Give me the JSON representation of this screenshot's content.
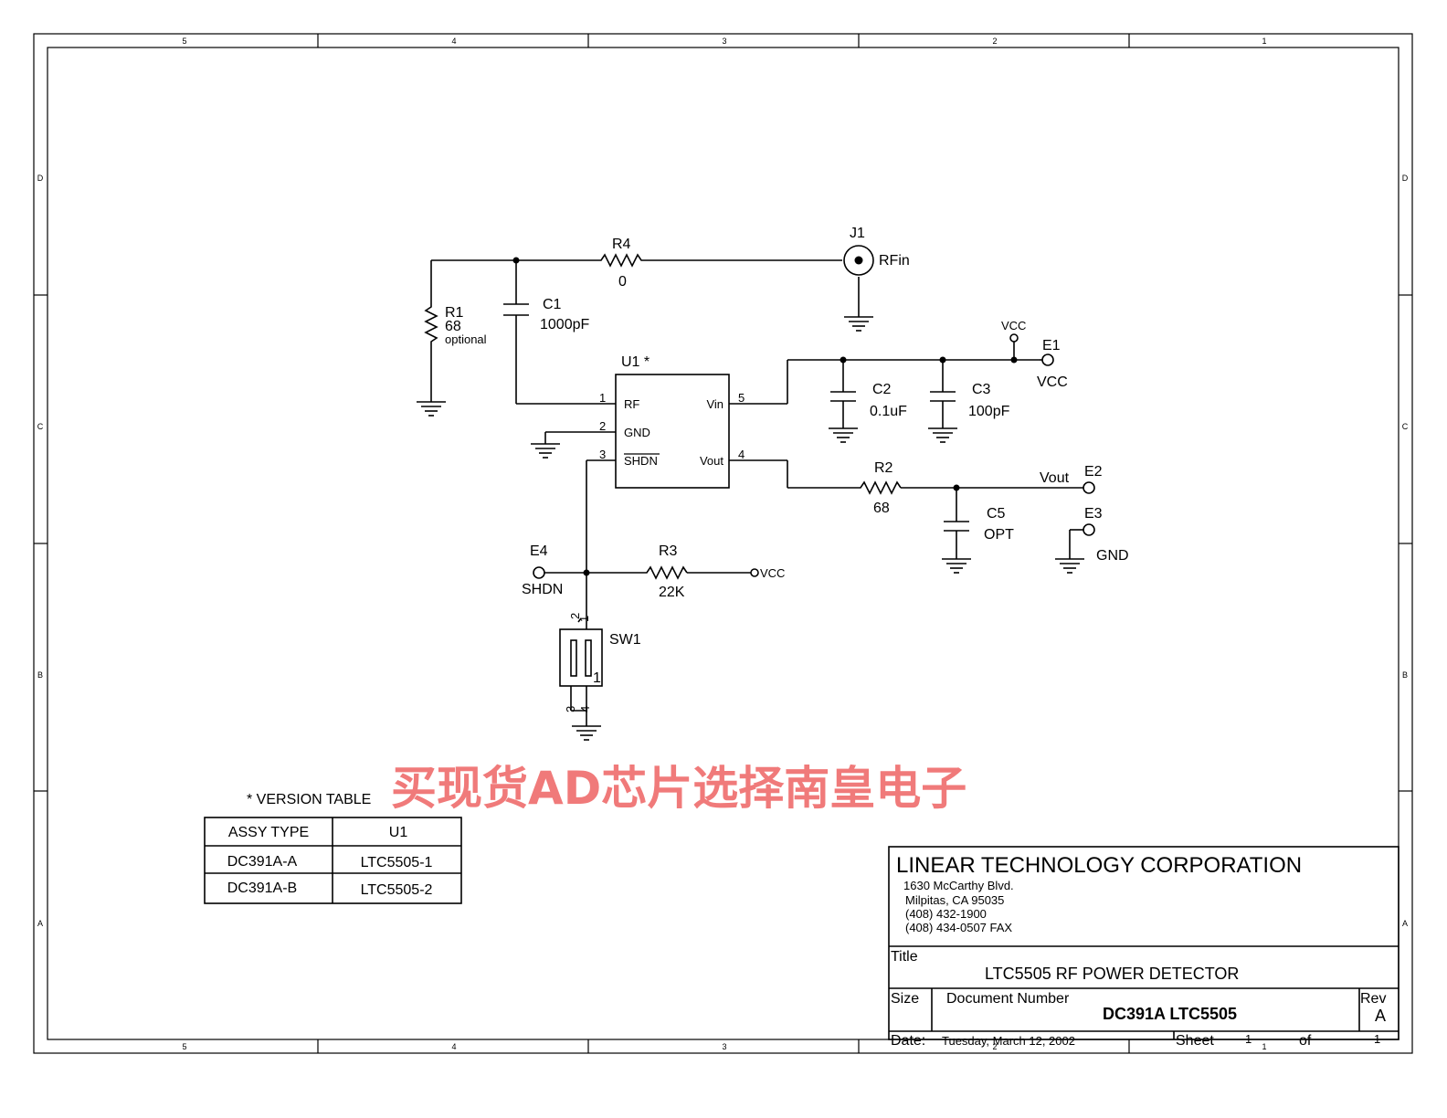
{
  "frame": {
    "col_labels": [
      "5",
      "4",
      "3",
      "2",
      "1"
    ],
    "row_labels": [
      "D",
      "C",
      "B",
      "A"
    ]
  },
  "components": {
    "R4": {
      "ref": "R4",
      "value": "0"
    },
    "J1": {
      "ref": "J1",
      "net": "RFin"
    },
    "R1": {
      "ref": "R1",
      "value": "68",
      "note": "optional"
    },
    "C1": {
      "ref": "C1",
      "value": "1000pF"
    },
    "U1": {
      "ref": "U1 *",
      "pins": {
        "rf": "RF",
        "gnd": "GND",
        "shdn": "SHDN",
        "vin": "Vin",
        "vout": "Vout"
      },
      "pin_numbers": [
        "1",
        "2",
        "3",
        "5",
        "4"
      ]
    },
    "C2": {
      "ref": "C2",
      "value": "0.1uF"
    },
    "C3": {
      "ref": "C3",
      "value": "100pF"
    },
    "E1": {
      "ref": "E1",
      "net": "VCC",
      "vcc_tag": "VCC"
    },
    "R2": {
      "ref": "R2",
      "value": "68"
    },
    "E2": {
      "ref": "E2",
      "net": "Vout"
    },
    "C5": {
      "ref": "C5",
      "value": "OPT"
    },
    "E3": {
      "ref": "E3",
      "net": "GND"
    },
    "E4": {
      "ref": "E4",
      "net": "SHDN"
    },
    "R3": {
      "ref": "R3",
      "value": "22K",
      "vcc_tag": "VCC"
    },
    "SW1": {
      "ref": "SW1",
      "pins": [
        "2",
        "1",
        "1",
        "3",
        "4"
      ]
    }
  },
  "watermark": "买现货AD芯片选择南皇电子",
  "version_table": {
    "caption": "* VERSION TABLE",
    "headers": [
      "ASSY TYPE",
      "U1"
    ],
    "rows": [
      [
        "DC391A-A",
        "LTC5505-1"
      ],
      [
        "DC391A-B",
        "LTC5505-2"
      ]
    ]
  },
  "title_block": {
    "company": "LINEAR TECHNOLOGY CORPORATION",
    "address": [
      "1630 McCarthy Blvd.",
      "Milpitas, CA  95035",
      "(408) 432-1900",
      "(408) 434-0507 FAX"
    ],
    "title_label": "Title",
    "title": "LTC5505 RF POWER DETECTOR",
    "size_label": "Size",
    "docnum_label": "Document Number",
    "docnum": "DC391A  LTC5505",
    "rev_label": "Rev",
    "rev": "A",
    "date_label": "Date:",
    "date": "Tuesday, March 12, 2002",
    "sheet_label": "Sheet",
    "sheet": "1",
    "of_label": "of",
    "sheet_total": "1"
  }
}
